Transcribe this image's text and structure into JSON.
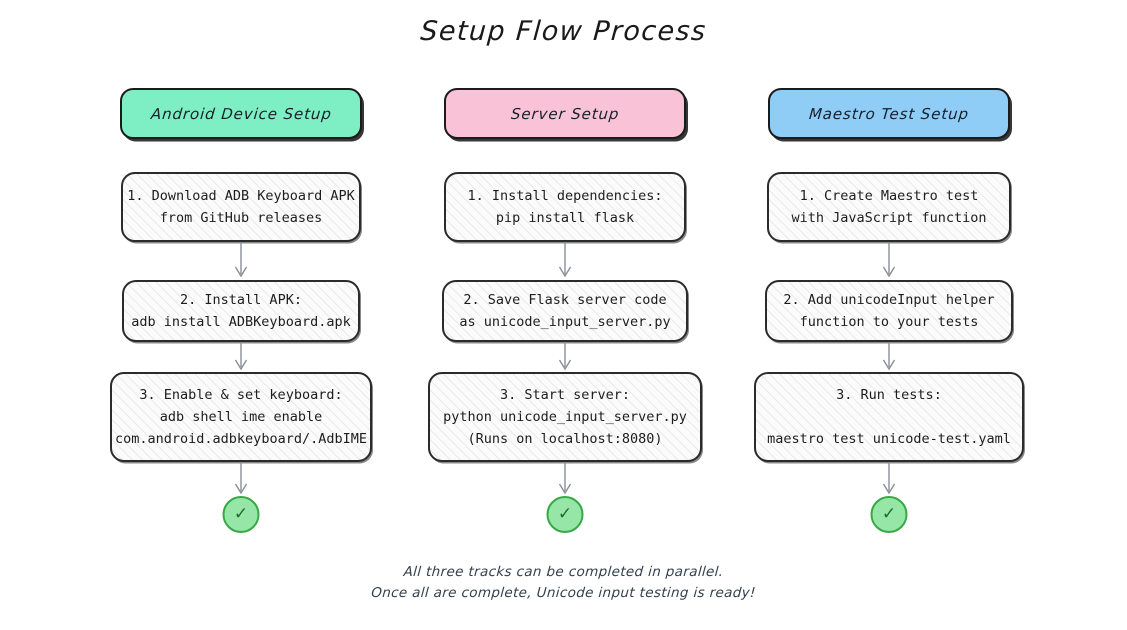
{
  "title": "Setup Flow Process",
  "colors": {
    "track_android": "#7eeec5",
    "track_server": "#f9c2d6",
    "track_maestro": "#8fcdf7",
    "check_fill": "#96e6a8",
    "check_stroke": "#37a845",
    "check_glyph": "#1f6b2c",
    "box_border": "#2b2b2b",
    "box_fill": "#fbfbfb",
    "arrow": "#8a8f96",
    "title_color": "#1a1a1a",
    "footer_color": "#33404d"
  },
  "tracks": [
    {
      "header": "Android Device Setup",
      "header_color": "#7eeec5",
      "steps": [
        {
          "lines": [
            "1. Download ADB Keyboard APK",
            "from GitHub releases"
          ]
        },
        {
          "lines": [
            "2. Install APK:",
            "adb install ADBKeyboard.apk"
          ]
        },
        {
          "lines": [
            "3. Enable & set keyboard:",
            "adb shell ime enable",
            "com.android.adbkeyboard/.AdbIME"
          ]
        }
      ],
      "terminal": {
        "glyph": "✓",
        "name": "check-mark"
      }
    },
    {
      "header": "Server Setup",
      "header_color": "#f9c2d6",
      "steps": [
        {
          "lines": [
            "1. Install dependencies:",
            "pip install flask"
          ]
        },
        {
          "lines": [
            "2. Save Flask server code",
            "as unicode_input_server.py"
          ]
        },
        {
          "lines": [
            "3. Start server:",
            "python unicode_input_server.py",
            "(Runs on localhost:8080)"
          ]
        }
      ],
      "terminal": {
        "glyph": "✓",
        "name": "check-mark"
      }
    },
    {
      "header": "Maestro Test Setup",
      "header_color": "#8fcdf7",
      "steps": [
        {
          "lines": [
            "1. Create Maestro test",
            "with JavaScript function"
          ]
        },
        {
          "lines": [
            "2. Add unicodeInput helper",
            "function to your tests"
          ]
        },
        {
          "lines": [
            "3. Run tests:",
            "maestro test unicode-test.yaml"
          ]
        }
      ],
      "terminal": {
        "glyph": "✓",
        "name": "check-mark"
      }
    }
  ],
  "footer": {
    "line1": "All three tracks can be completed in parallel.",
    "line2": "Once all are complete, Unicode input testing is ready!"
  }
}
